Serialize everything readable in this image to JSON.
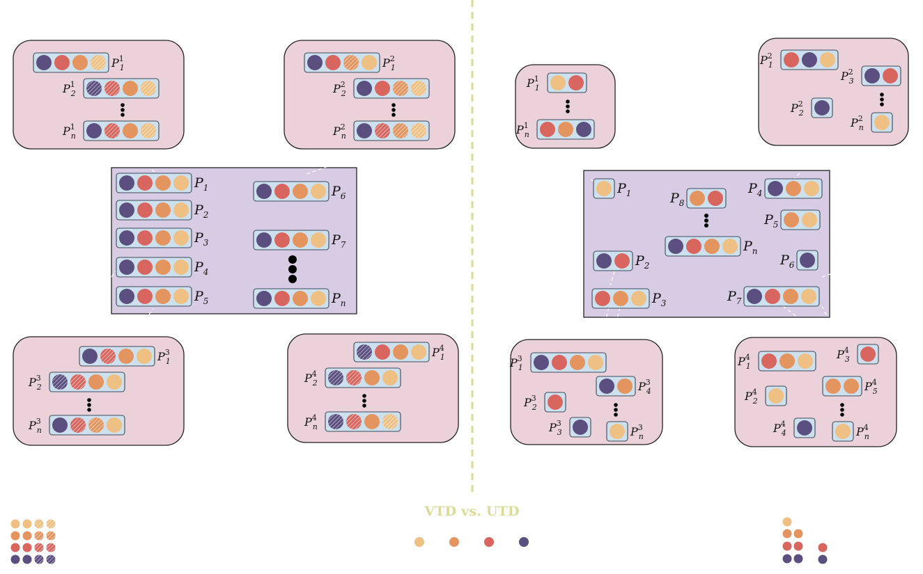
{
  "caption": "VTD vs. UTD",
  "colors": {
    "purple": "#5a4f7e",
    "red": "#d8665f",
    "orange": "#e4955f",
    "yellow": "#eec083",
    "client_panel_fill": "#ebd1da",
    "server_panel_fill": "#d8cce5",
    "strip_fill": "#cde0ee",
    "divider": "#dadc90"
  },
  "icon_names": [
    "colored-dot-icon",
    "hatched-dot-icon",
    "ellipsis-dots-icon"
  ],
  "vtd": {
    "server": {
      "col1": [
        {
          "label": "P",
          "sub": "1",
          "dots": [
            "purple",
            "red",
            "orange",
            "yellow"
          ]
        },
        {
          "label": "P",
          "sub": "2",
          "dots": [
            "purple",
            "red",
            "orange",
            "yellow"
          ]
        },
        {
          "label": "P",
          "sub": "3",
          "dots": [
            "purple",
            "red",
            "orange",
            "yellow"
          ]
        },
        {
          "label": "P",
          "sub": "4",
          "dots": [
            "purple",
            "red",
            "orange",
            "yellow"
          ]
        },
        {
          "label": "P",
          "sub": "5",
          "dots": [
            "purple",
            "red",
            "orange",
            "yellow"
          ]
        }
      ],
      "col2": [
        {
          "label": "P",
          "sub": "6",
          "dots": [
            "purple",
            "red",
            "orange",
            "yellow"
          ]
        },
        {
          "label": "P",
          "sub": "7",
          "dots": [
            "purple",
            "red",
            "orange",
            "yellow"
          ]
        },
        {
          "label": "P",
          "sub": "n",
          "dots": [
            "purple",
            "red",
            "orange",
            "yellow"
          ]
        }
      ]
    },
    "clients": [
      {
        "rows": [
          {
            "label": "P",
            "sub": "1",
            "sup": "1",
            "dots": [
              "purple",
              "red",
              "orange",
              "yellow*"
            ]
          },
          {
            "label": "P",
            "sub": "2",
            "sup": "1",
            "dots": [
              "purple*",
              "red*",
              "orange",
              "yellow*"
            ]
          },
          {
            "label": "P",
            "sub": "n",
            "sup": "1",
            "dots": [
              "purple",
              "red*",
              "orange",
              "yellow*"
            ]
          }
        ]
      },
      {
        "rows": [
          {
            "label": "P",
            "sub": "1",
            "sup": "2",
            "dots": [
              "purple",
              "red",
              "orange*",
              "yellow"
            ]
          },
          {
            "label": "P",
            "sub": "2",
            "sup": "2",
            "dots": [
              "purple",
              "red",
              "orange*",
              "yellow*"
            ]
          },
          {
            "label": "P",
            "sub": "n",
            "sup": "2",
            "dots": [
              "purple",
              "red*",
              "orange*",
              "yellow*"
            ]
          }
        ]
      },
      {
        "rows": [
          {
            "label": "P",
            "sub": "1",
            "sup": "3",
            "dots": [
              "purple",
              "red*",
              "orange",
              "yellow"
            ]
          },
          {
            "label": "P",
            "sub": "2",
            "sup": "3",
            "dots": [
              "purple*",
              "red*",
              "orange",
              "yellow"
            ]
          },
          {
            "label": "P",
            "sub": "n",
            "sup": "3",
            "dots": [
              "purple",
              "red*",
              "orange*",
              "yellow"
            ]
          }
        ]
      },
      {
        "rows": [
          {
            "label": "P",
            "sub": "1",
            "sup": "4",
            "dots": [
              "purple*",
              "red",
              "orange",
              "yellow"
            ]
          },
          {
            "label": "P",
            "sub": "2",
            "sup": "4",
            "dots": [
              "purple*",
              "red*",
              "orange",
              "yellow"
            ]
          },
          {
            "label": "P",
            "sub": "n",
            "sup": "4",
            "dots": [
              "purple*",
              "red*",
              "orange",
              "yellow*"
            ]
          }
        ]
      }
    ],
    "legend_matrix": [
      [
        "yellow",
        "yellow",
        "yellow*",
        "yellow*"
      ],
      [
        "orange",
        "orange",
        "orange*",
        "orange*"
      ],
      [
        "red",
        "red",
        "red*",
        "red*"
      ],
      [
        "purple",
        "purple",
        "purple*",
        "purple*"
      ]
    ]
  },
  "utd": {
    "server": [
      {
        "label": "P",
        "sub": "1",
        "dots": [
          "yellow"
        ]
      },
      {
        "label": "P",
        "sub": "2",
        "dots": [
          "purple",
          "red"
        ]
      },
      {
        "label": "P",
        "sub": "3",
        "dots": [
          "red",
          "orange",
          "yellow"
        ]
      },
      {
        "label": "P",
        "sub": "4",
        "dots": [
          "purple",
          "orange",
          "yellow"
        ]
      },
      {
        "label": "P",
        "sub": "5",
        "dots": [
          "orange",
          "yellow"
        ]
      },
      {
        "label": "P",
        "sub": "6",
        "dots": [
          "purple"
        ]
      },
      {
        "label": "P",
        "sub": "7",
        "dots": [
          "purple",
          "red",
          "orange",
          "yellow"
        ]
      },
      {
        "label": "P",
        "sub": "8",
        "dots": [
          "orange",
          "red"
        ]
      },
      {
        "label": "P",
        "sub": "n",
        "dots": [
          "purple",
          "red",
          "orange",
          "yellow"
        ]
      }
    ],
    "clients": [
      {
        "rows": [
          {
            "label": "P",
            "sub": "1",
            "sup": "1",
            "dots": [
              "yellow",
              "red"
            ]
          },
          {
            "label": "P",
            "sub": "n",
            "sup": "1",
            "dots": [
              "red",
              "orange",
              "purple"
            ]
          }
        ]
      },
      {
        "rows": [
          {
            "label": "P",
            "sub": "1",
            "sup": "2",
            "dots": [
              "red",
              "purple",
              "yellow"
            ]
          },
          {
            "label": "P",
            "sub": "2",
            "sup": "2",
            "dots": [
              "purple"
            ]
          },
          {
            "label": "P",
            "sub": "3",
            "sup": "2",
            "dots": [
              "purple",
              "red"
            ]
          },
          {
            "label": "P",
            "sub": "n",
            "sup": "2",
            "dots": [
              "yellow"
            ]
          }
        ]
      },
      {
        "rows": [
          {
            "label": "P",
            "sub": "1",
            "sup": "3",
            "dots": [
              "purple",
              "red",
              "orange",
              "yellow"
            ]
          },
          {
            "label": "P",
            "sub": "2",
            "sup": "3",
            "dots": [
              "red"
            ]
          },
          {
            "label": "P",
            "sub": "3",
            "sup": "3",
            "dots": [
              "purple"
            ]
          },
          {
            "label": "P",
            "sub": "4",
            "sup": "3",
            "dots": [
              "purple",
              "orange"
            ]
          },
          {
            "label": "P",
            "sub": "n",
            "sup": "3",
            "dots": [
              "yellow"
            ]
          }
        ]
      },
      {
        "rows": [
          {
            "label": "P",
            "sub": "1",
            "sup": "4",
            "dots": [
              "red",
              "orange",
              "yellow"
            ]
          },
          {
            "label": "P",
            "sub": "2",
            "sup": "4",
            "dots": [
              "yellow"
            ]
          },
          {
            "label": "P",
            "sub": "3",
            "sup": "4",
            "dots": [
              "red"
            ]
          },
          {
            "label": "P",
            "sub": "4",
            "sup": "4",
            "dots": [
              "purple"
            ]
          },
          {
            "label": "P",
            "sub": "5",
            "sup": "4",
            "dots": [
              "orange",
              "orange"
            ]
          },
          {
            "label": "P",
            "sub": "n",
            "sup": "4",
            "dots": [
              "yellow"
            ]
          }
        ]
      }
    ],
    "legend_matrix": [
      [
        "yellow",
        "",
        ""
      ],
      [
        "orange",
        "orange",
        ""
      ],
      [
        "red",
        "red",
        "red"
      ],
      [
        "purple",
        "purple",
        "purple"
      ]
    ]
  },
  "color_key": [
    "yellow",
    "orange",
    "red",
    "purple"
  ]
}
